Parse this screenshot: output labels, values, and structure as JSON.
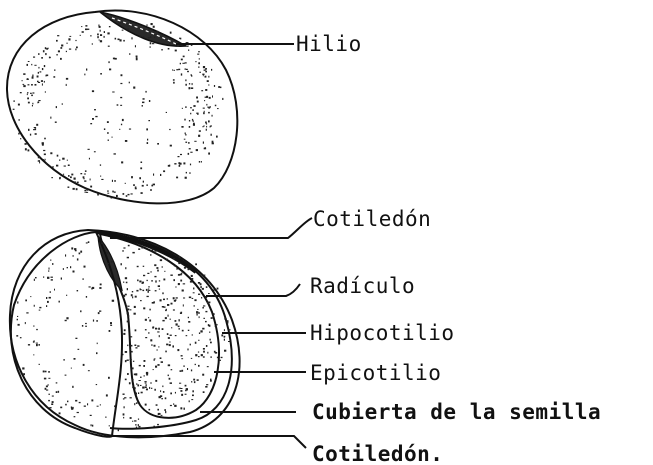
{
  "labels": {
    "hilio": "Hilio",
    "cotiledon_top": "Cotiledón",
    "radiculo": "Radículo",
    "hipocotilio": "Hipocotilio",
    "epicotilio": "Epicotilio",
    "cubierta": "Cubierta de la semilla",
    "cotiledon_bottom": "Cotiledón."
  }
}
